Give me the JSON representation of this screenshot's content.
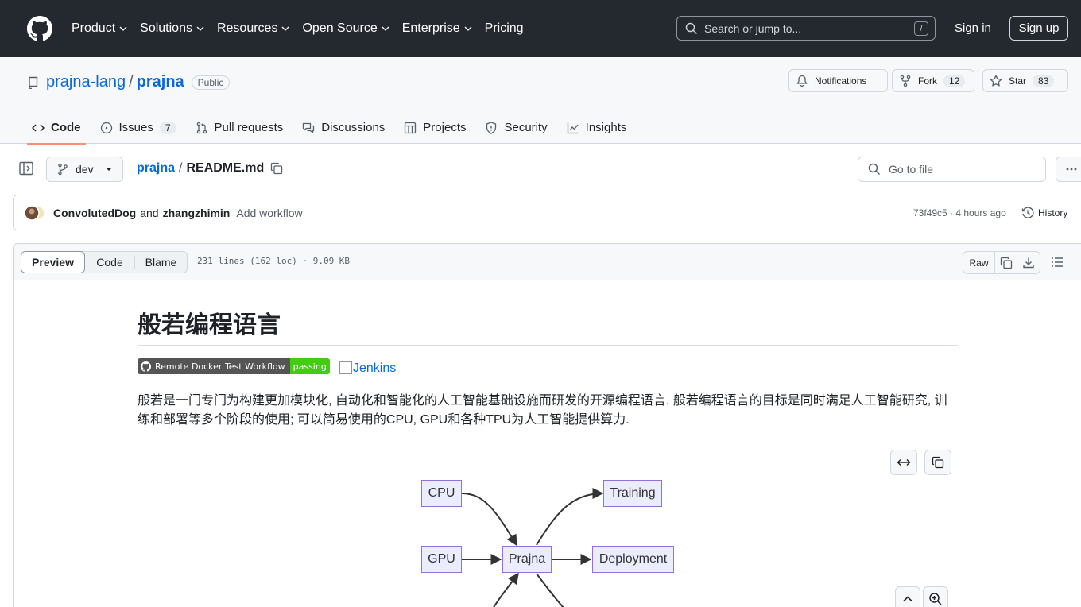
{
  "header": {
    "nav": [
      "Product",
      "Solutions",
      "Resources",
      "Open Source",
      "Enterprise",
      "Pricing"
    ],
    "search_placeholder": "Search or jump to...",
    "search_key": "/",
    "sign_in": "Sign in",
    "sign_up": "Sign up"
  },
  "repo": {
    "owner": "prajna-lang",
    "separator": "/",
    "name": "prajna",
    "visibility": "Public",
    "notifications": "Notifications",
    "fork_label": "Fork",
    "fork_count": "12",
    "star_label": "Star",
    "star_count": "83",
    "tabs": [
      {
        "label": "Code"
      },
      {
        "label": "Issues",
        "count": "7"
      },
      {
        "label": "Pull requests"
      },
      {
        "label": "Discussions"
      },
      {
        "label": "Projects"
      },
      {
        "label": "Security"
      },
      {
        "label": "Insights"
      }
    ]
  },
  "filebar": {
    "branch": "dev",
    "crumb_repo": "prajna",
    "crumb_sep": "/",
    "crumb_file": "README.md",
    "goto_placeholder": "Go to file"
  },
  "commit": {
    "author1": "ConvolutedDog",
    "and": "and",
    "author2": "zhangzhimin",
    "message": "Add workflow",
    "meta": "73f49c5 · 4 hours ago",
    "history": "History"
  },
  "file": {
    "modes": [
      "Preview",
      "Code",
      "Blame"
    ],
    "info": "231 lines (162 loc) · 9.09 KB",
    "raw": "Raw"
  },
  "readme": {
    "title": "般若编程语言",
    "badge_left": "Remote Docker Test Workflow",
    "badge_right": "passing",
    "jenkins": "Jenkins",
    "paragraph": "般若是一门专门为构建更加模块化, 自动化和智能化的人工智能基础设施而研发的开源编程语言. 般若编程语言的目标是同时满足人工智能研究, 训练和部署等多个阶段的使用; 可以简易使用的CPU, GPU和各种TPU为人工智能提供算力."
  },
  "diagram": {
    "nodes": {
      "cpu": "CPU",
      "gpu": "GPU",
      "prajna": "Prajna",
      "training": "Training",
      "deployment": "Deployment"
    }
  },
  "colors": {
    "header_bg": "#24292f",
    "link": "#0969da",
    "tab_underline": "#fd8c73",
    "badge_pass": "#44cc11",
    "node_fill": "#ececff",
    "node_border": "#9370db"
  }
}
